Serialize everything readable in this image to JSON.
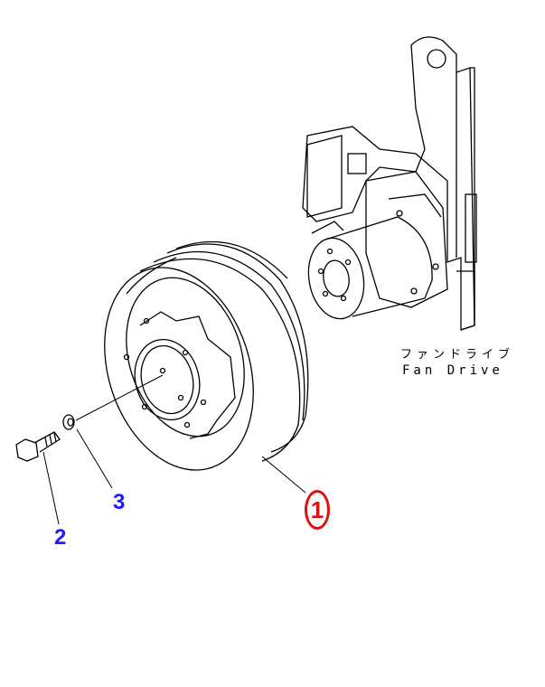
{
  "diagram": {
    "title_jp": "ファンドライブ",
    "title_en": "Fan Drive",
    "callouts": [
      {
        "number": "1",
        "part": "pulley",
        "color": "#e01010"
      },
      {
        "number": "2",
        "part": "bolt",
        "color": "#1a1aff"
      },
      {
        "number": "3",
        "part": "washer",
        "color": "#1a1aff"
      }
    ]
  }
}
